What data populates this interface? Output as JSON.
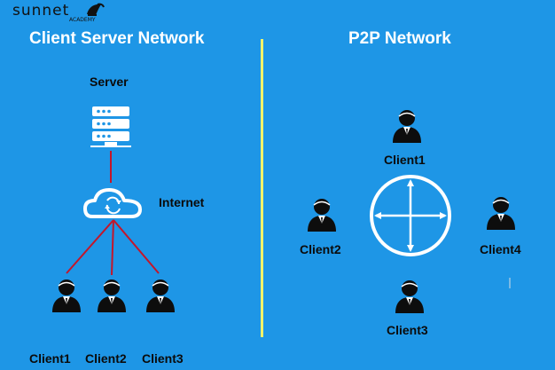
{
  "brand": {
    "logo_name": "sunnet",
    "logo_sub": "ACADEMY",
    "icon": "helmet-logo-icon"
  },
  "left": {
    "title": "Client Server Network",
    "server_label": "Server",
    "internet_label": "Internet",
    "clients": [
      "Client1",
      "Client2",
      "Client3"
    ]
  },
  "right": {
    "title": "P2P Network",
    "clients": [
      "Client1",
      "Client2",
      "Client4",
      "Client3"
    ]
  },
  "colors": {
    "background": "#1E96E6",
    "divider": "#F1F36B",
    "link": "#C4162A",
    "white": "#FFFFFF",
    "dark": "#111111"
  }
}
